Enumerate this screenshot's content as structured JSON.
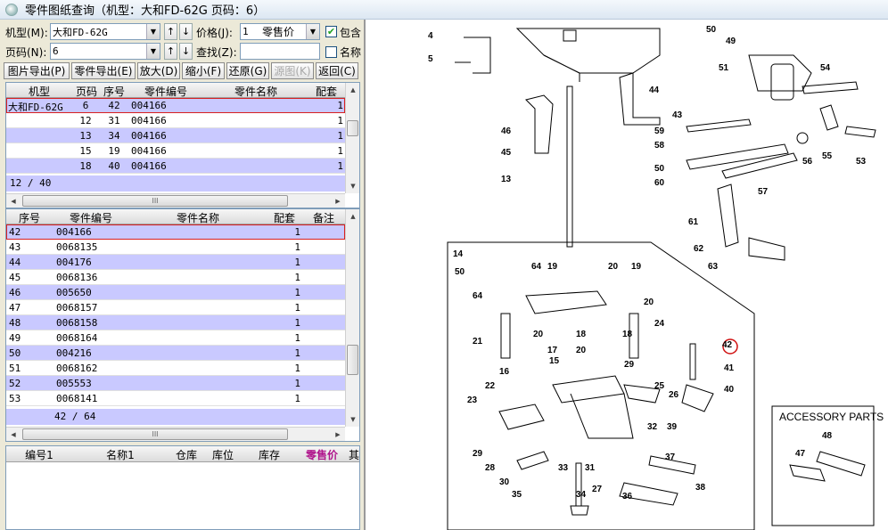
{
  "window": {
    "title": "零件图纸查询（机型：大和FD-62G 页码：6）"
  },
  "toolbar": {
    "model_label": "机型(M):",
    "model_value": "大和FD-62G",
    "up_label": "↑",
    "down_label": "↓",
    "price_label": "价格(J):",
    "price_value": "1",
    "price_type": "零售价",
    "include_label": "包含",
    "include_checked": "✔",
    "page_label": "页码(N):",
    "page_value": "6",
    "search_label": "查找(Z):",
    "search_value": "",
    "name_label": "名称",
    "buttons": [
      {
        "label": "图片导出(P)"
      },
      {
        "label": "零件导出(E)"
      },
      {
        "label": "放大(D)"
      },
      {
        "label": "缩小(F)"
      },
      {
        "label": "还原(G)"
      },
      {
        "label": "源图(K)"
      },
      {
        "label": "返回(C)"
      }
    ]
  },
  "grid1": {
    "headers": [
      "机型",
      "页码",
      "序号",
      "零件编号",
      "零件名称",
      "配套"
    ],
    "rows": [
      {
        "model": "大和FD-62G",
        "page": "6",
        "seq": "42",
        "part": "004166",
        "name": "",
        "qty": "1"
      },
      {
        "model": "",
        "page": "12",
        "seq": "31",
        "part": "004166",
        "name": "",
        "qty": "1"
      },
      {
        "model": "",
        "page": "13",
        "seq": "34",
        "part": "004166",
        "name": "",
        "qty": "1"
      },
      {
        "model": "",
        "page": "15",
        "seq": "19",
        "part": "004166",
        "name": "",
        "qty": "1"
      },
      {
        "model": "",
        "page": "18",
        "seq": "40",
        "part": "004166",
        "name": "",
        "qty": "1"
      }
    ],
    "footer": "12 / 40",
    "hscroll_mark": "III"
  },
  "grid2": {
    "headers": [
      "序号",
      "零件编号",
      "零件名称",
      "配套",
      "备注"
    ],
    "rows": [
      {
        "seq": "42",
        "part": "004166",
        "qty": "1"
      },
      {
        "seq": "43",
        "part": "0068135",
        "qty": "1"
      },
      {
        "seq": "44",
        "part": "004176",
        "qty": "1"
      },
      {
        "seq": "45",
        "part": "0068136",
        "qty": "1"
      },
      {
        "seq": "46",
        "part": "005650",
        "qty": "1"
      },
      {
        "seq": "47",
        "part": "0068157",
        "qty": "1"
      },
      {
        "seq": "48",
        "part": "0068158",
        "qty": "1"
      },
      {
        "seq": "49",
        "part": "0068164",
        "qty": "1"
      },
      {
        "seq": "50",
        "part": "004216",
        "qty": "1"
      },
      {
        "seq": "51",
        "part": "0068162",
        "qty": "1"
      },
      {
        "seq": "52",
        "part": "005553",
        "qty": "1"
      },
      {
        "seq": "53",
        "part": "0068141",
        "qty": "1"
      }
    ],
    "footer": "42 / 64",
    "hscroll_mark": "III"
  },
  "grid3": {
    "headers": [
      "编号1",
      "名称1",
      "仓库",
      "库位",
      "库存",
      "零售价",
      "其"
    ]
  },
  "diagram": {
    "accessory_title": "ACCESSORY PARTS",
    "group_label": "14",
    "highlight_part": "42",
    "labels": [
      "4",
      "5",
      "50",
      "49",
      "51",
      "54",
      "44",
      "43",
      "46",
      "45",
      "13",
      "59",
      "58",
      "50",
      "60",
      "56",
      "55",
      "53",
      "57",
      "61",
      "62",
      "63",
      "50",
      "64",
      "19",
      "20",
      "19",
      "20",
      "64",
      "20",
      "18",
      "18",
      "21",
      "17",
      "20",
      "24",
      "42",
      "41",
      "16",
      "15",
      "22",
      "29",
      "25",
      "26",
      "40",
      "23",
      "32",
      "39",
      "29",
      "28",
      "31",
      "33",
      "27",
      "37",
      "30",
      "38",
      "35",
      "34",
      "36",
      "47",
      "48"
    ]
  }
}
